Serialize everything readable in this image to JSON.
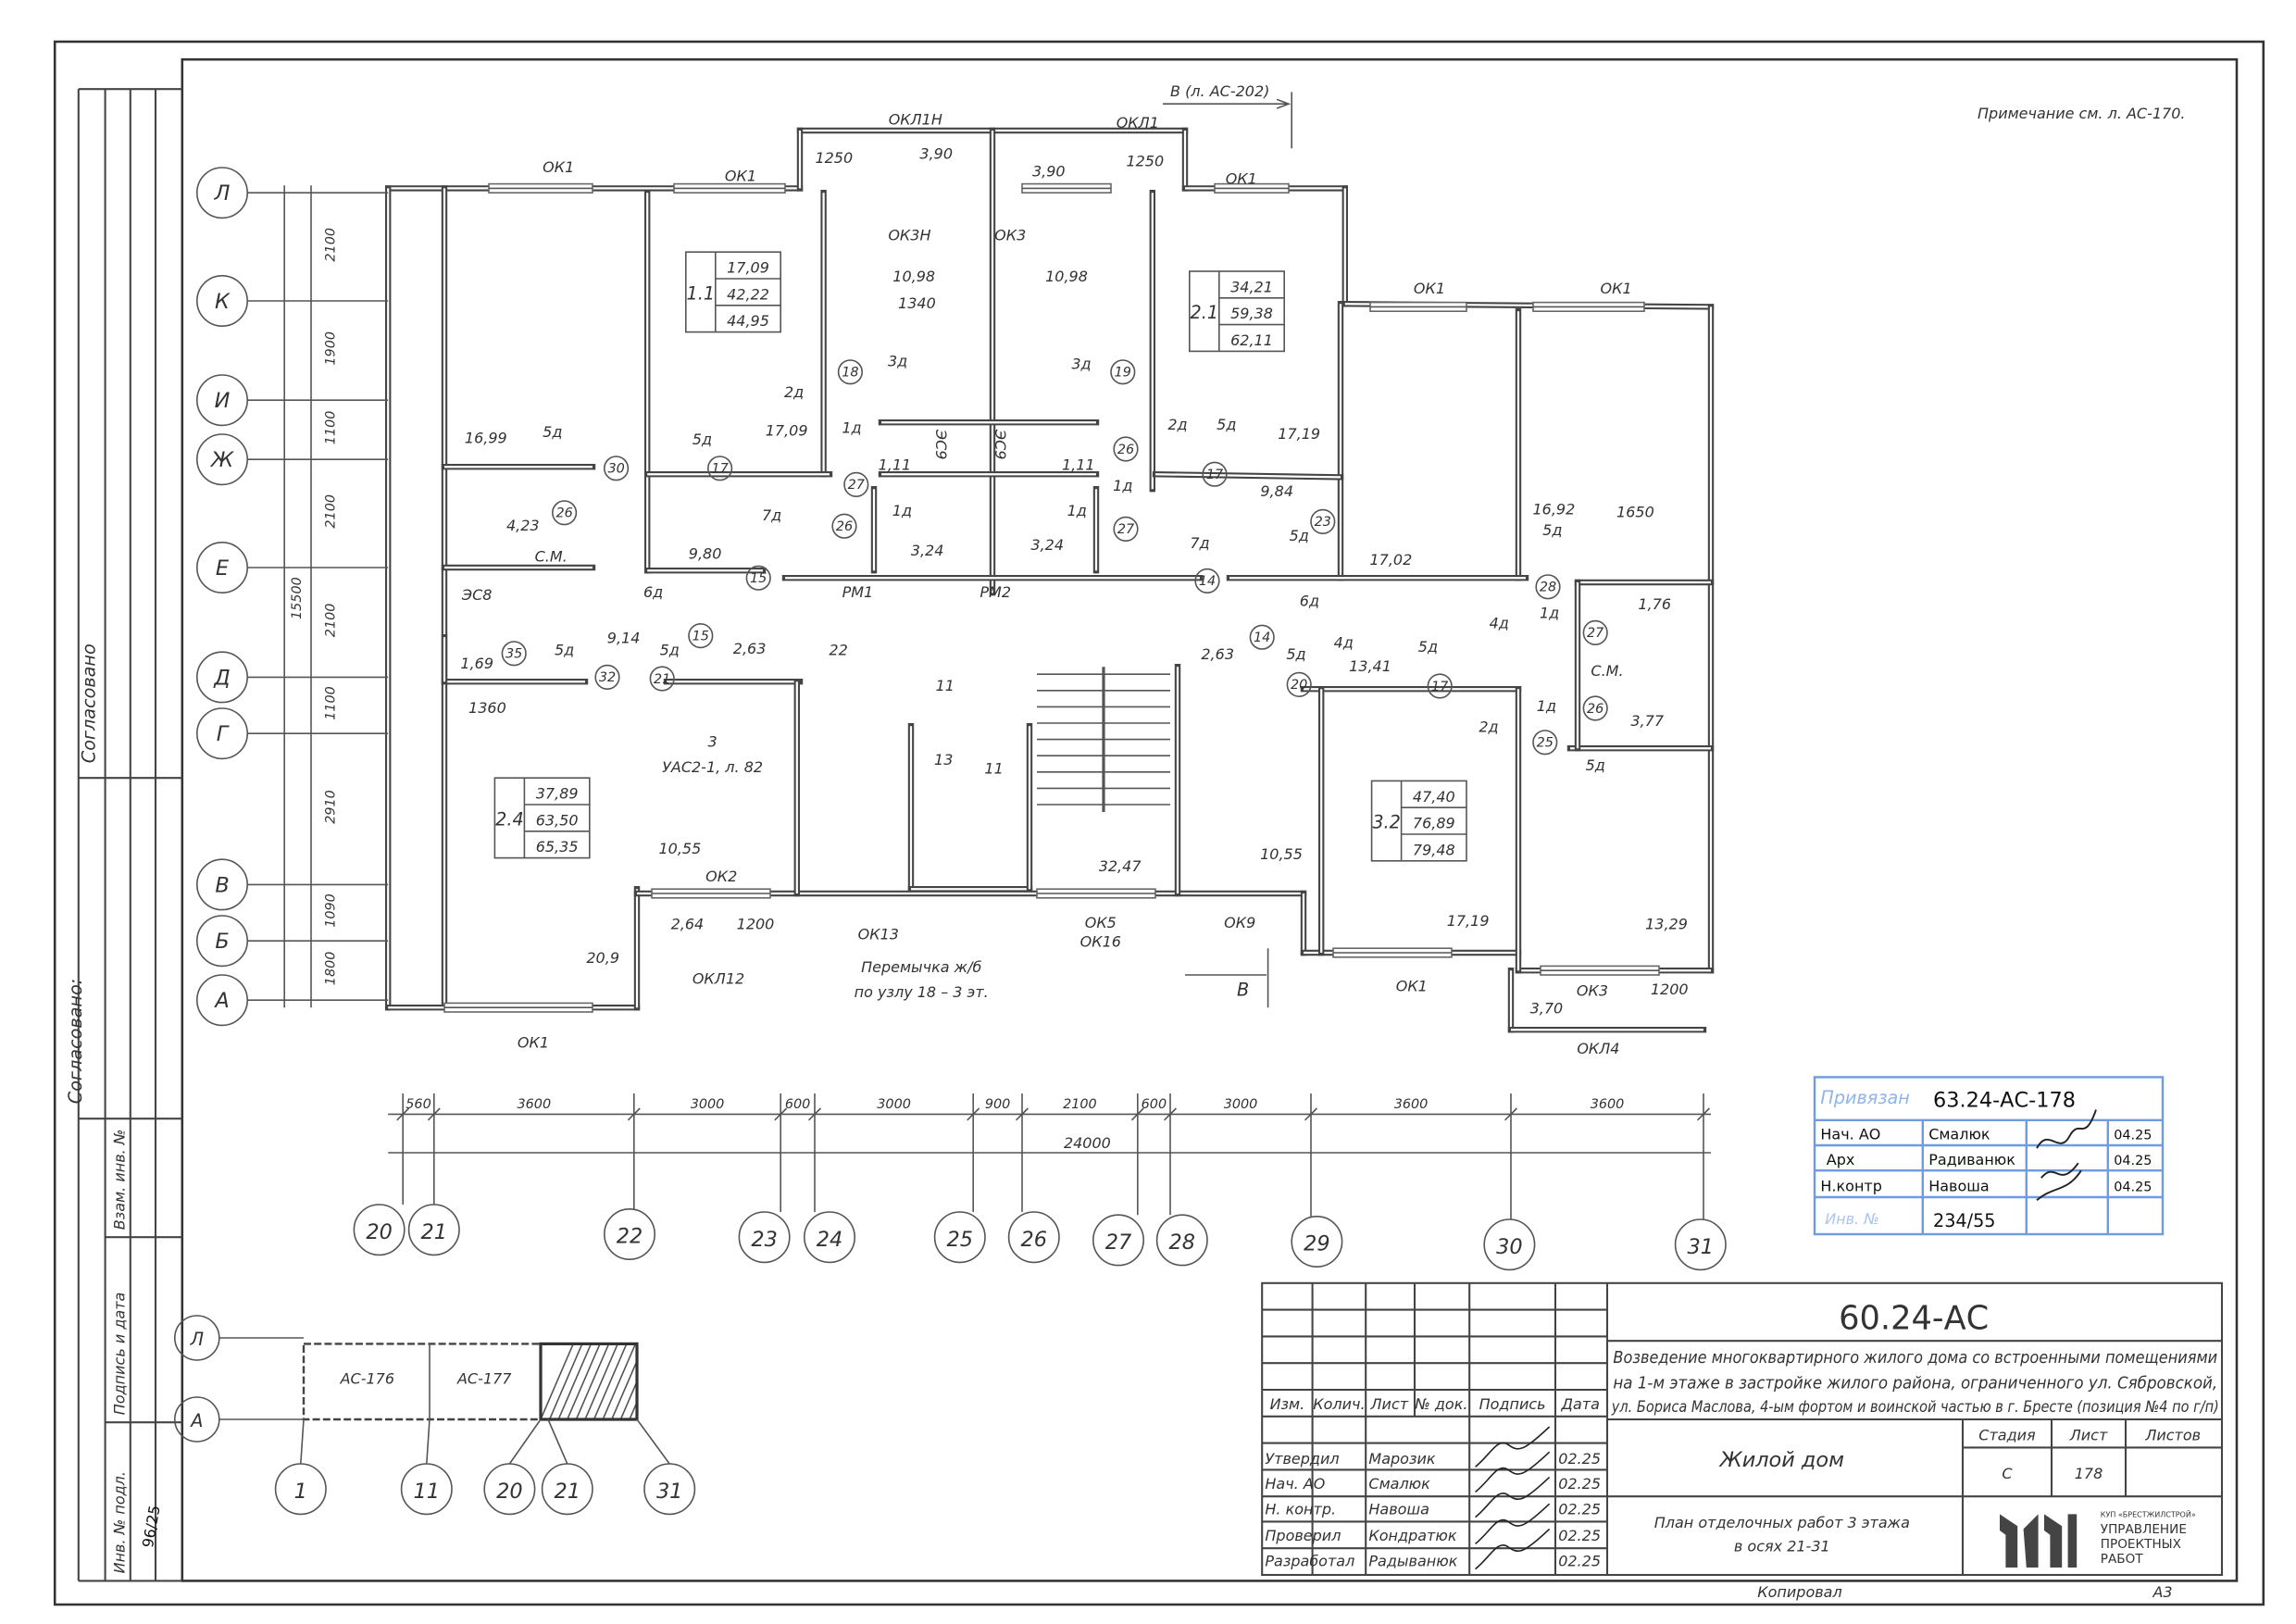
{
  "sheet": {
    "note": "Примечание см. л. АС-170.",
    "section_top": "В (л. АС-202)",
    "section_bottom": "В",
    "left_strip": {
      "agreed_1": "Согласовано",
      "agreed_2": "Согласовано:",
      "replace_inv": "Взам. инв. №",
      "sign_date": "Подпись и дата",
      "inv_orig": "Инв. № подл.",
      "inv_orig_value": "96/25"
    }
  },
  "axes": {
    "rows": [
      "Л",
      "К",
      "И",
      "Ж",
      "Е",
      "Д",
      "Г",
      "В",
      "Б",
      "А"
    ],
    "row_dims": [
      "2100",
      "1900",
      "1100",
      "2100",
      "2100",
      "1100",
      "2910",
      "1090",
      "1800"
    ],
    "row_total": "15500",
    "cols": [
      "20",
      "21",
      "22",
      "23",
      "24",
      "25",
      "26",
      "27",
      "28",
      "29",
      "30",
      "31"
    ],
    "col_dims": [
      "560",
      "3600",
      "3000",
      "600",
      "3000",
      "900",
      "2100",
      "600",
      "3000",
      "3600",
      "3600"
    ],
    "col_total": "24000"
  },
  "apartments": [
    {
      "id": "1.1",
      "values": [
        "17,09",
        "42,22",
        "44,95"
      ]
    },
    {
      "id": "2.1",
      "values": [
        "34,21",
        "59,38",
        "62,11"
      ]
    },
    {
      "id": "2.4",
      "values": [
        "37,89",
        "63,50",
        "65,35"
      ]
    },
    {
      "id": "3.2",
      "values": [
        "47,40",
        "76,89",
        "79,48"
      ]
    }
  ],
  "plan": {
    "labels": [
      "ОКЛ1Н",
      "ОКЛ1",
      "1250",
      "3,90",
      "3,90",
      "1250",
      "ОК1",
      "ОК1",
      "ОК1",
      "ОК1",
      "ОК1",
      "ОК3Н",
      "ОК3",
      "10,98",
      "10,98",
      "1340",
      "3д",
      "3д",
      "2д",
      "1д",
      "2д",
      "5д",
      "17,19",
      "16,99",
      "5д",
      "5д",
      "17,09",
      "1,11",
      "1,11",
      "1д",
      "9,84",
      "4,23",
      "7д",
      "1д",
      "1д",
      "7д",
      "5д",
      "3,24",
      "3,24",
      "9,80",
      "6д",
      "РМ1",
      "РМ2",
      "6д",
      "17,02",
      "16,92",
      "1650",
      "5д",
      "1д",
      "4д",
      "1,76",
      "ЭС8",
      "1,69",
      "5д",
      "9,14",
      "5д",
      "2,63",
      "22",
      "11",
      "13",
      "11",
      "2,63",
      "5д",
      "4д",
      "13,41",
      "5д",
      "1360",
      "3",
      "УАС2-1, л. 82",
      "1д",
      "3,77",
      "2д",
      "5д",
      "10,55",
      "10,55",
      "32,47",
      "ОК2",
      "2,64",
      "1200",
      "20,9",
      "ОК13",
      "ОК5",
      "ОК16",
      "ОК9",
      "17,19",
      "13,29",
      "ОКЛ12",
      "Перемычка ж/б",
      "по узлу 18 – 3 эт.",
      "ОК1",
      "ОК3",
      "1200",
      "3,70",
      "ОКЛ4",
      "ОК1",
      "ЭС9",
      "ЭС9",
      "С.М.",
      "С.М."
    ],
    "door_marks": [
      "18",
      "19",
      "30",
      "17",
      "26",
      "27",
      "26",
      "17",
      "26",
      "27",
      "15",
      "14",
      "23",
      "28",
      "27",
      "35",
      "32",
      "21",
      "15",
      "14",
      "20",
      "17",
      "26",
      "25"
    ]
  },
  "keyplan": {
    "rows": [
      "Л",
      "А"
    ],
    "blocks": [
      "АС-176",
      "АС-177"
    ],
    "cols": [
      "1",
      "11",
      "20",
      "21",
      "31"
    ]
  },
  "stamp": {
    "bound_label": "Привязан",
    "bound_value": "63.24-АС-178",
    "rows": [
      {
        "role": "Нач. АО",
        "name": "Смалюк",
        "date": "04.25"
      },
      {
        "role": "Арх",
        "name": "Радиванюк",
        "date": "04.25"
      },
      {
        "role": "Н.контр",
        "name": "Навоша",
        "date": "04.25"
      }
    ],
    "inv_label": "Инв. №",
    "inv_value": "234/55",
    "color": "#6f9be0"
  },
  "title_block": {
    "code": "60.24-АС",
    "description": [
      "Возведение многоквартирного жилого дома со встроенными помещениями",
      "на 1-м этаже в застройке жилого района, ограниченного ул. Сябровской,",
      "ул. Бориса Маслова, 4-ым фортом и воинской частью в г. Бресте (позиция №4 по г/п)"
    ],
    "headers": [
      "Изм.",
      "Колич.",
      "Лист",
      "№ док.",
      "Подпись",
      "Дата"
    ],
    "signatories": [
      {
        "role": "Утвердил",
        "name": "Марозик",
        "date": "02.25"
      },
      {
        "role": "Нач. АО",
        "name": "Смалюк",
        "date": "02.25"
      },
      {
        "role": "Н. контр.",
        "name": "Навоша",
        "date": "02.25"
      },
      {
        "role": "Проверил",
        "name": "Кондратюк",
        "date": "02.25"
      },
      {
        "role": "Разработал",
        "name": "Радыванюк",
        "date": "02.25"
      }
    ],
    "object": "Жилой дом",
    "stage_label": "Стадия",
    "sheet_label": "Лист",
    "sheets_label": "Листов",
    "stage": "С",
    "sheet": "178",
    "drawing_title": [
      "План отделочных работ 3 этажа",
      "в осях 21-31"
    ],
    "org": [
      "КУП «БРЕСТЖИЛСТРОЙ»",
      "УПРАВЛЕНИЕ",
      "ПРОЕКТНЫХ",
      "РАБОТ"
    ],
    "copied": "Копировал",
    "format": "А3"
  }
}
